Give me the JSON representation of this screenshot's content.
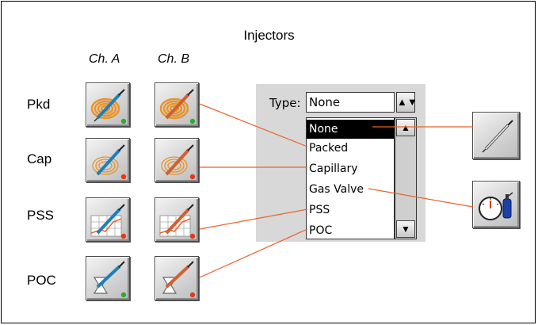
{
  "header": {
    "title": "Injectors"
  },
  "channels": {
    "a_label": "Ch. A",
    "b_label": "Ch. B"
  },
  "rows": [
    {
      "label": "Pkd",
      "icon": "packed-column-icon"
    },
    {
      "label": "Cap",
      "icon": "capillary-column-icon"
    },
    {
      "label": "PSS",
      "icon": "pss-chart-icon"
    },
    {
      "label": "POC",
      "icon": "poc-icon"
    }
  ],
  "type_selector": {
    "label": "Type:",
    "selected": "None",
    "options": [
      "None",
      "Packed",
      "Capillary",
      "Gas Valve",
      "PSS",
      "POC"
    ],
    "highlighted_option": "None"
  },
  "icons": {
    "status_green": "status-dot-green",
    "status_red": "status-dot-red",
    "syringe": "syringe-icon",
    "gas_valve": "gas-valve-icon",
    "spin_arrows": "up-down-arrows-icon",
    "scroll_up": "scroll-up-arrow-icon",
    "scroll_down": "scroll-down-arrow-icon"
  },
  "colors": {
    "wire": "#e8632a",
    "coil": "#e8932a",
    "syringe_a": "#1f7fb8",
    "syringe_b": "#d06030",
    "status_green": "#2ea83a",
    "status_red": "#e03a1a",
    "gas_blue": "#1a3fa8",
    "highlight_bg": "#000000"
  }
}
